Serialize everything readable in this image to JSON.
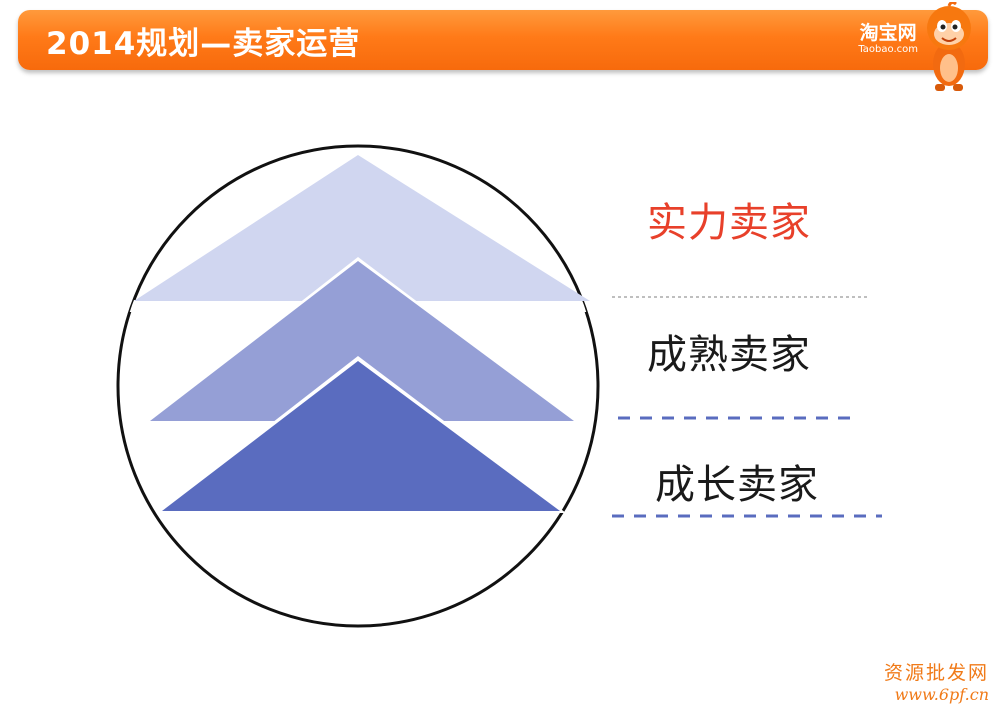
{
  "header": {
    "title": "2014规划—卖家运营",
    "brand_name": "淘宝网",
    "brand_domain": "Taobao.com"
  },
  "levels": [
    {
      "label": "实力卖家",
      "color": "#e8402a",
      "shape_color": "#d0d6f0"
    },
    {
      "label": "成熟卖家",
      "color": "#1a1a1a",
      "shape_color": "#959fd6"
    },
    {
      "label": "成长卖家",
      "color": "#1a1a1a",
      "shape_color": "#5a6cbf"
    }
  ],
  "watermark": {
    "line1": "资源批发网",
    "line2": "www.6pf.cn"
  },
  "colors": {
    "header_orange": "#ff7a18",
    "divider_blue": "#5a6cbf"
  }
}
